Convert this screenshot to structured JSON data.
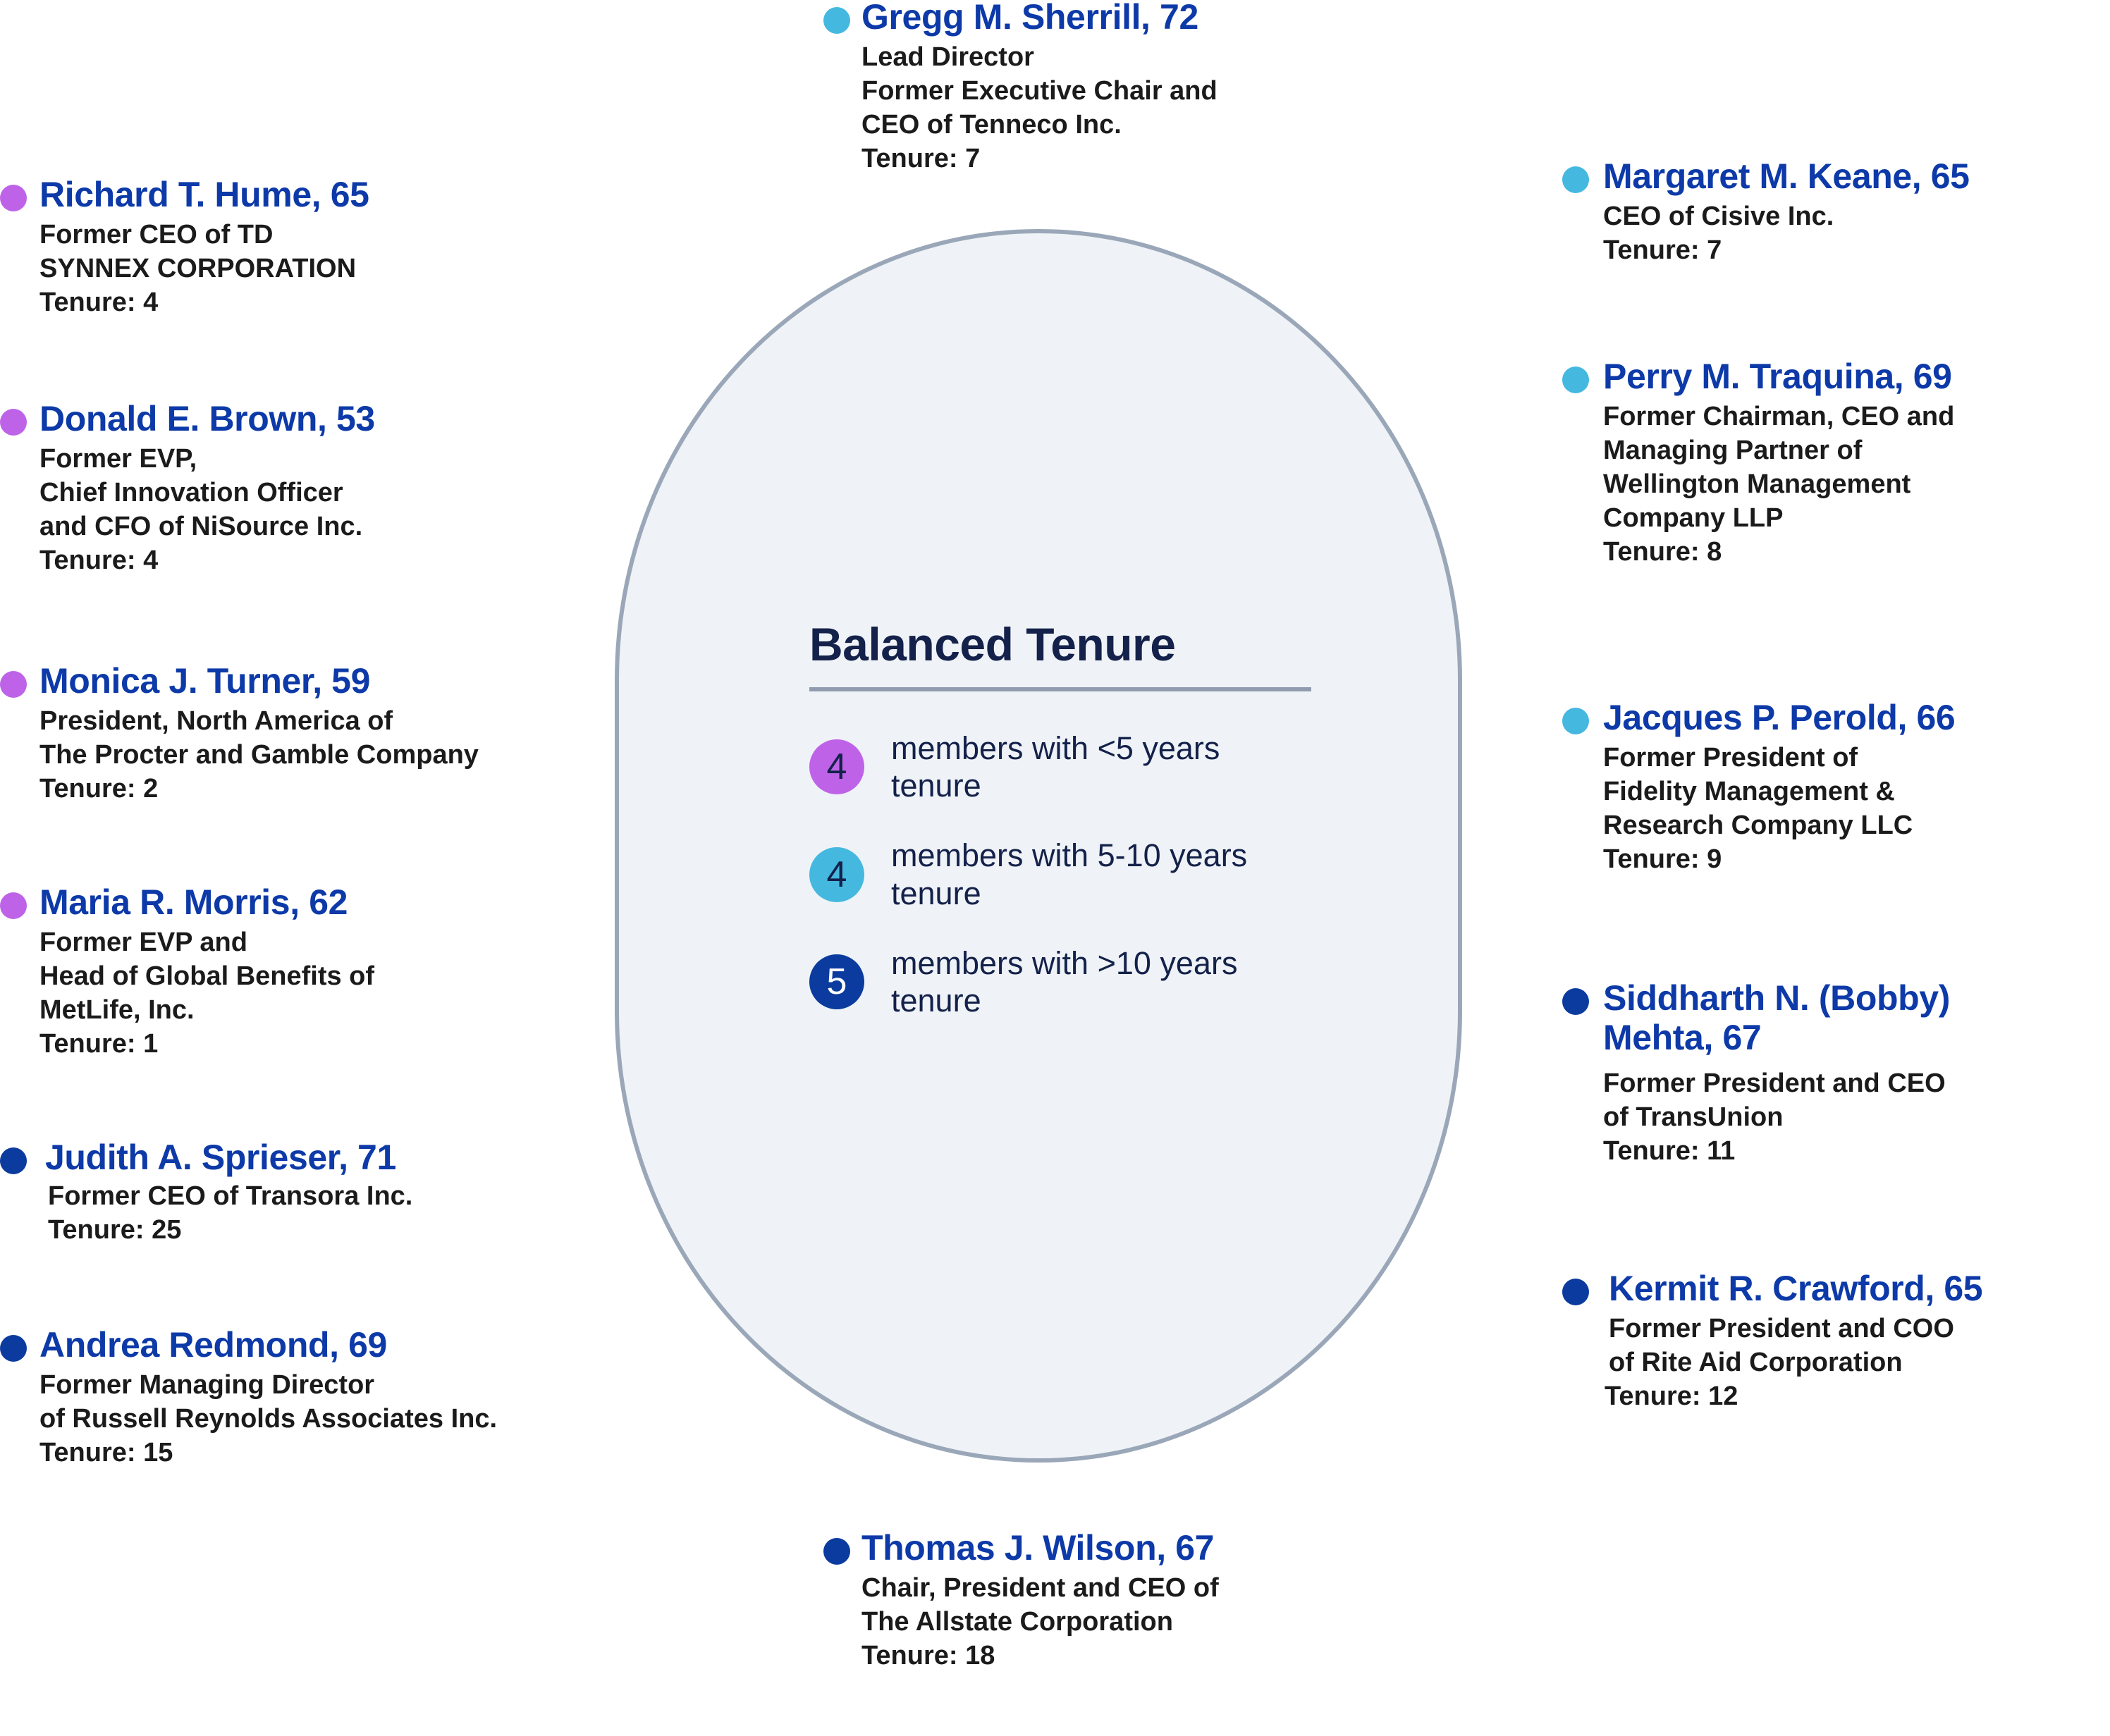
{
  "center": {
    "title": "Balanced Tenure",
    "legend": [
      {
        "count": "4",
        "label": "members with <5 years tenure",
        "bubble_color": "#be63e8",
        "text_color": "#14214a"
      },
      {
        "count": "4",
        "label": "members with 5-10 years tenure",
        "bubble_color": "#45b8e0",
        "text_color": "#14214a"
      },
      {
        "count": "5",
        "label": "members with >10 years tenure",
        "bubble_color": "#0b3b9e",
        "text_color": "#ffffff"
      }
    ]
  },
  "colors": {
    "tenure_under5": "#be63e8",
    "tenure_5to10": "#45b8e0",
    "tenure_over10": "#0b3b9e",
    "name": "#0d3aa8",
    "oval_fill": "#eff3f7",
    "oval_border": "#9aa7b8",
    "title": "#14214a"
  },
  "directors": {
    "top": {
      "name": "Gregg M. Sherrill, 72",
      "role": "Lead Director",
      "desc_line1": "Former Executive Chair and",
      "desc_line2": "CEO of Tenneco Inc.",
      "tenure": "Tenure: 7",
      "dot_color": "#45b8e0"
    },
    "bottom": {
      "name": "Thomas J. Wilson, 67",
      "desc_line1": "Chair, President and CEO of",
      "desc_line2": "The Allstate Corporation",
      "tenure": "Tenure: 18",
      "dot_color": "#0b3b9e"
    },
    "left": [
      {
        "name": "Richard T. Hume, 65",
        "desc_line1": "Former CEO of TD",
        "desc_line2": "SYNNEX CORPORATION",
        "tenure": "Tenure: 4",
        "dot_color": "#be63e8"
      },
      {
        "name": "Donald E. Brown, 53",
        "desc_line1": "Former EVP,",
        "desc_line2": "Chief Innovation Officer",
        "desc_line3": "and CFO of NiSource Inc.",
        "tenure": "Tenure: 4",
        "dot_color": "#be63e8"
      },
      {
        "name": "Monica J. Turner, 59",
        "desc_line1": "President, North America of",
        "desc_line2": "The Procter and Gamble Company",
        "tenure": "Tenure: 2",
        "dot_color": "#be63e8"
      },
      {
        "name": "Maria R. Morris, 62",
        "desc_line1": "Former EVP and",
        "desc_line2": "Head of Global Benefits of",
        "desc_line3": "MetLife, Inc.",
        "tenure": "Tenure: 1",
        "dot_color": "#be63e8"
      },
      {
        "name": "Judith A. Sprieser, 71",
        "desc_line1": "Former CEO of Transora Inc.",
        "tenure": "Tenure: 25",
        "dot_color": "#0b3b9e"
      },
      {
        "name": "Andrea Redmond, 69",
        "desc_line1": "Former Managing Director",
        "desc_line2": "of Russell Reynolds Associates Inc.",
        "tenure": "Tenure: 15",
        "dot_color": "#0b3b9e"
      }
    ],
    "right": [
      {
        "name": "Margaret M. Keane, 65",
        "desc_line1": "CEO of Cisive Inc.",
        "tenure": "Tenure: 7",
        "dot_color": "#45b8e0"
      },
      {
        "name": "Perry M. Traquina, 69",
        "desc_line1": "Former Chairman, CEO and",
        "desc_line2": "Managing Partner of",
        "desc_line3": "Wellington Management",
        "desc_line4": "Company LLP",
        "tenure": "Tenure: 8",
        "dot_color": "#45b8e0"
      },
      {
        "name": "Jacques P. Perold, 66",
        "desc_line1": "Former President of",
        "desc_line2": "Fidelity Management &",
        "desc_line3": "Research Company LLC",
        "tenure": "Tenure: 9",
        "dot_color": "#45b8e0"
      },
      {
        "name_line1": "Siddharth N. (Bobby)",
        "name_line2": "Mehta, 67",
        "desc_line1": "Former President and CEO",
        "desc_line2": "of TransUnion",
        "tenure": "Tenure: 11",
        "dot_color": "#0b3b9e"
      },
      {
        "name": "Kermit R. Crawford, 65",
        "desc_line1": "Former President and COO",
        "desc_line2": "of Rite Aid Corporation",
        "tenure": "Tenure: 12",
        "dot_color": "#0b3b9e"
      }
    ]
  }
}
